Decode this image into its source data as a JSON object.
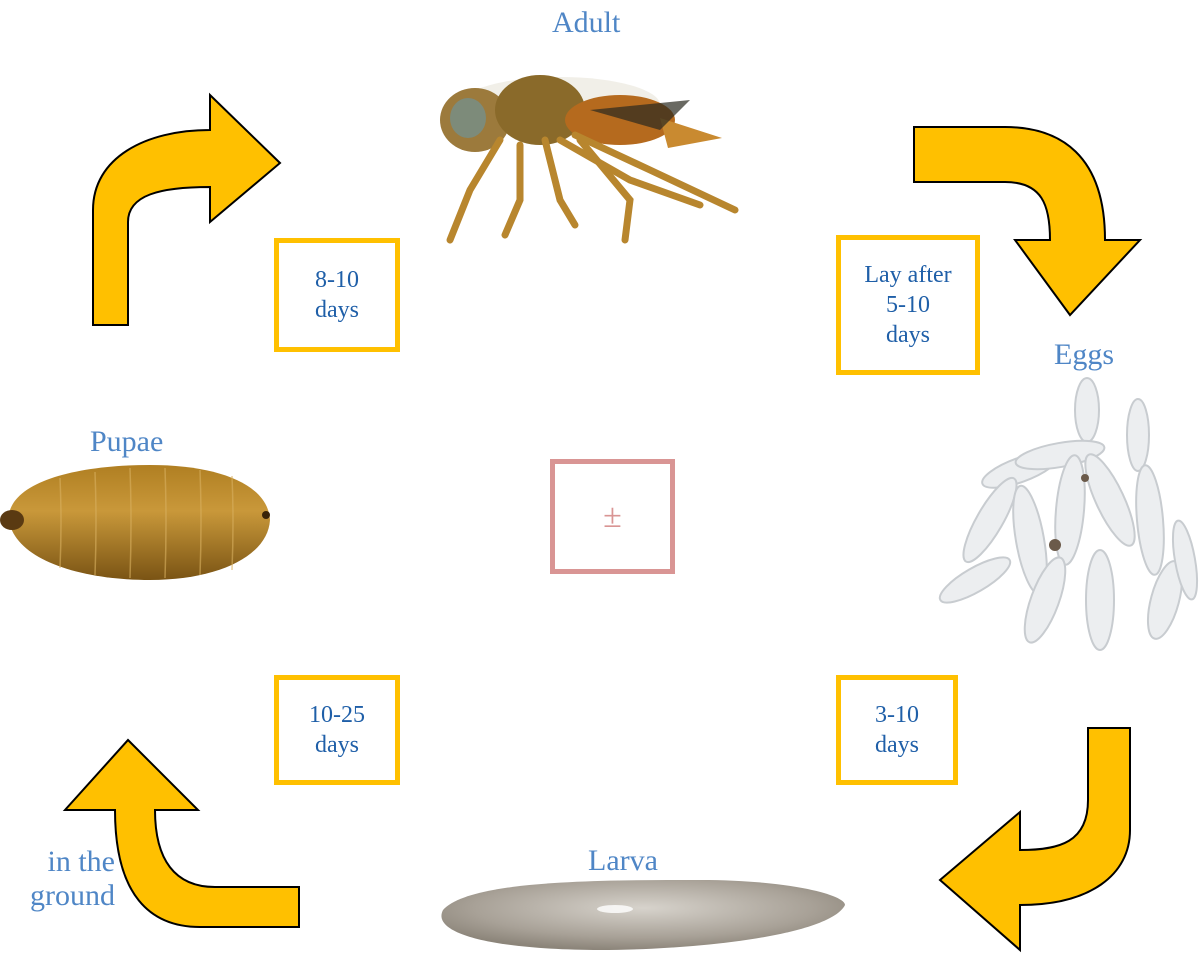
{
  "stages": {
    "adult": "Adult",
    "eggs": "Eggs",
    "larva": "Larva",
    "pupae": "Pupae"
  },
  "durations": {
    "adult_to_eggs": "Lay after\n5-10\ndays",
    "eggs_to_larva": "3-10\ndays",
    "larva_to_pupae": "10-25\ndays",
    "pupae_to_adult": "8-10\ndays"
  },
  "center_symbol": "±",
  "pupation_note": "in the\nground",
  "colors": {
    "arrow_fill": "#ffc000",
    "arrow_stroke": "#000000",
    "stage_label": "#4f86c6",
    "duration_text": "#1f5fa8",
    "duration_border": "#ffc000",
    "center_border": "#d99594"
  },
  "icons": [
    "fly-adult-image",
    "egg-cluster-image",
    "larva-image",
    "pupa-image",
    "curved-arrow-icon"
  ]
}
